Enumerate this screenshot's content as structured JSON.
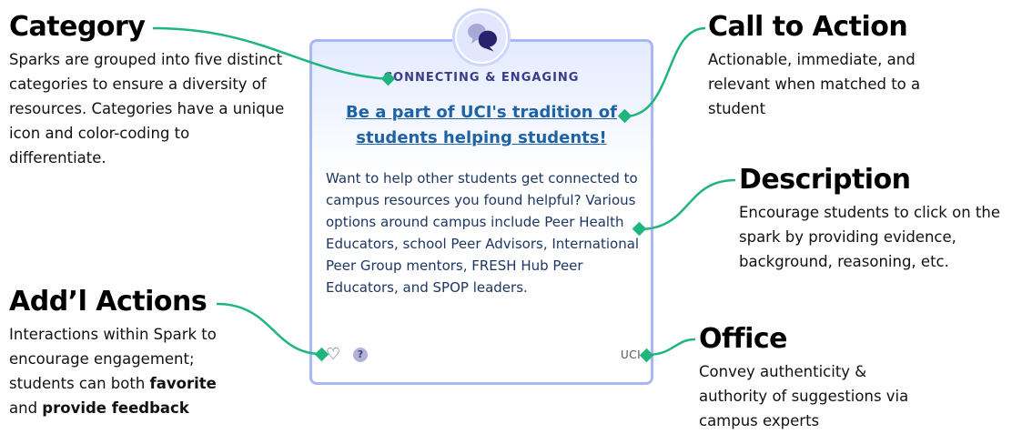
{
  "annotations": {
    "category": {
      "title": "Category",
      "text": "Sparks are grouped into five distinct categories to ensure a diversity of resources. Categories have a unique icon and color-coding to differentiate."
    },
    "call_to_action": {
      "title": "Call to Action",
      "text": "Actionable, immediate, and relevant when matched to a student"
    },
    "description": {
      "title": "Description",
      "text": "Encourage students to click on the spark by providing evidence, background, reasoning, etc."
    },
    "additional_actions": {
      "title": "Add’l Actions",
      "text_before": "Interactions within Spark to encourage engagement; students can both ",
      "bold_1": "favorite",
      "text_mid": " and ",
      "bold_2": "provide feedback"
    },
    "office": {
      "title": "Office",
      "text": "Convey authenticity & authority of suggestions via campus experts"
    }
  },
  "card": {
    "icon": "chat-bubbles-icon",
    "category": "CONNECTING & ENGAGING",
    "title": "Be a part of UCI's tradition of students helping students!",
    "description": "Want to help other students get connected to campus resources you found helpful? Various options around campus include Peer Health Educators, school Peer Advisors, International Peer Group mentors, FRESH Hub Peer Educators, and SPOP leaders.",
    "favorite_icon": "heart-outline-icon",
    "feedback_icon": "question-bubble-icon",
    "feedback_glyph": "?",
    "office": "UCI"
  },
  "colors": {
    "connector": "#1fb57f",
    "card_border": "#a9b8f5",
    "title_link": "#1d63a6",
    "category_text": "#3c3b8a"
  }
}
